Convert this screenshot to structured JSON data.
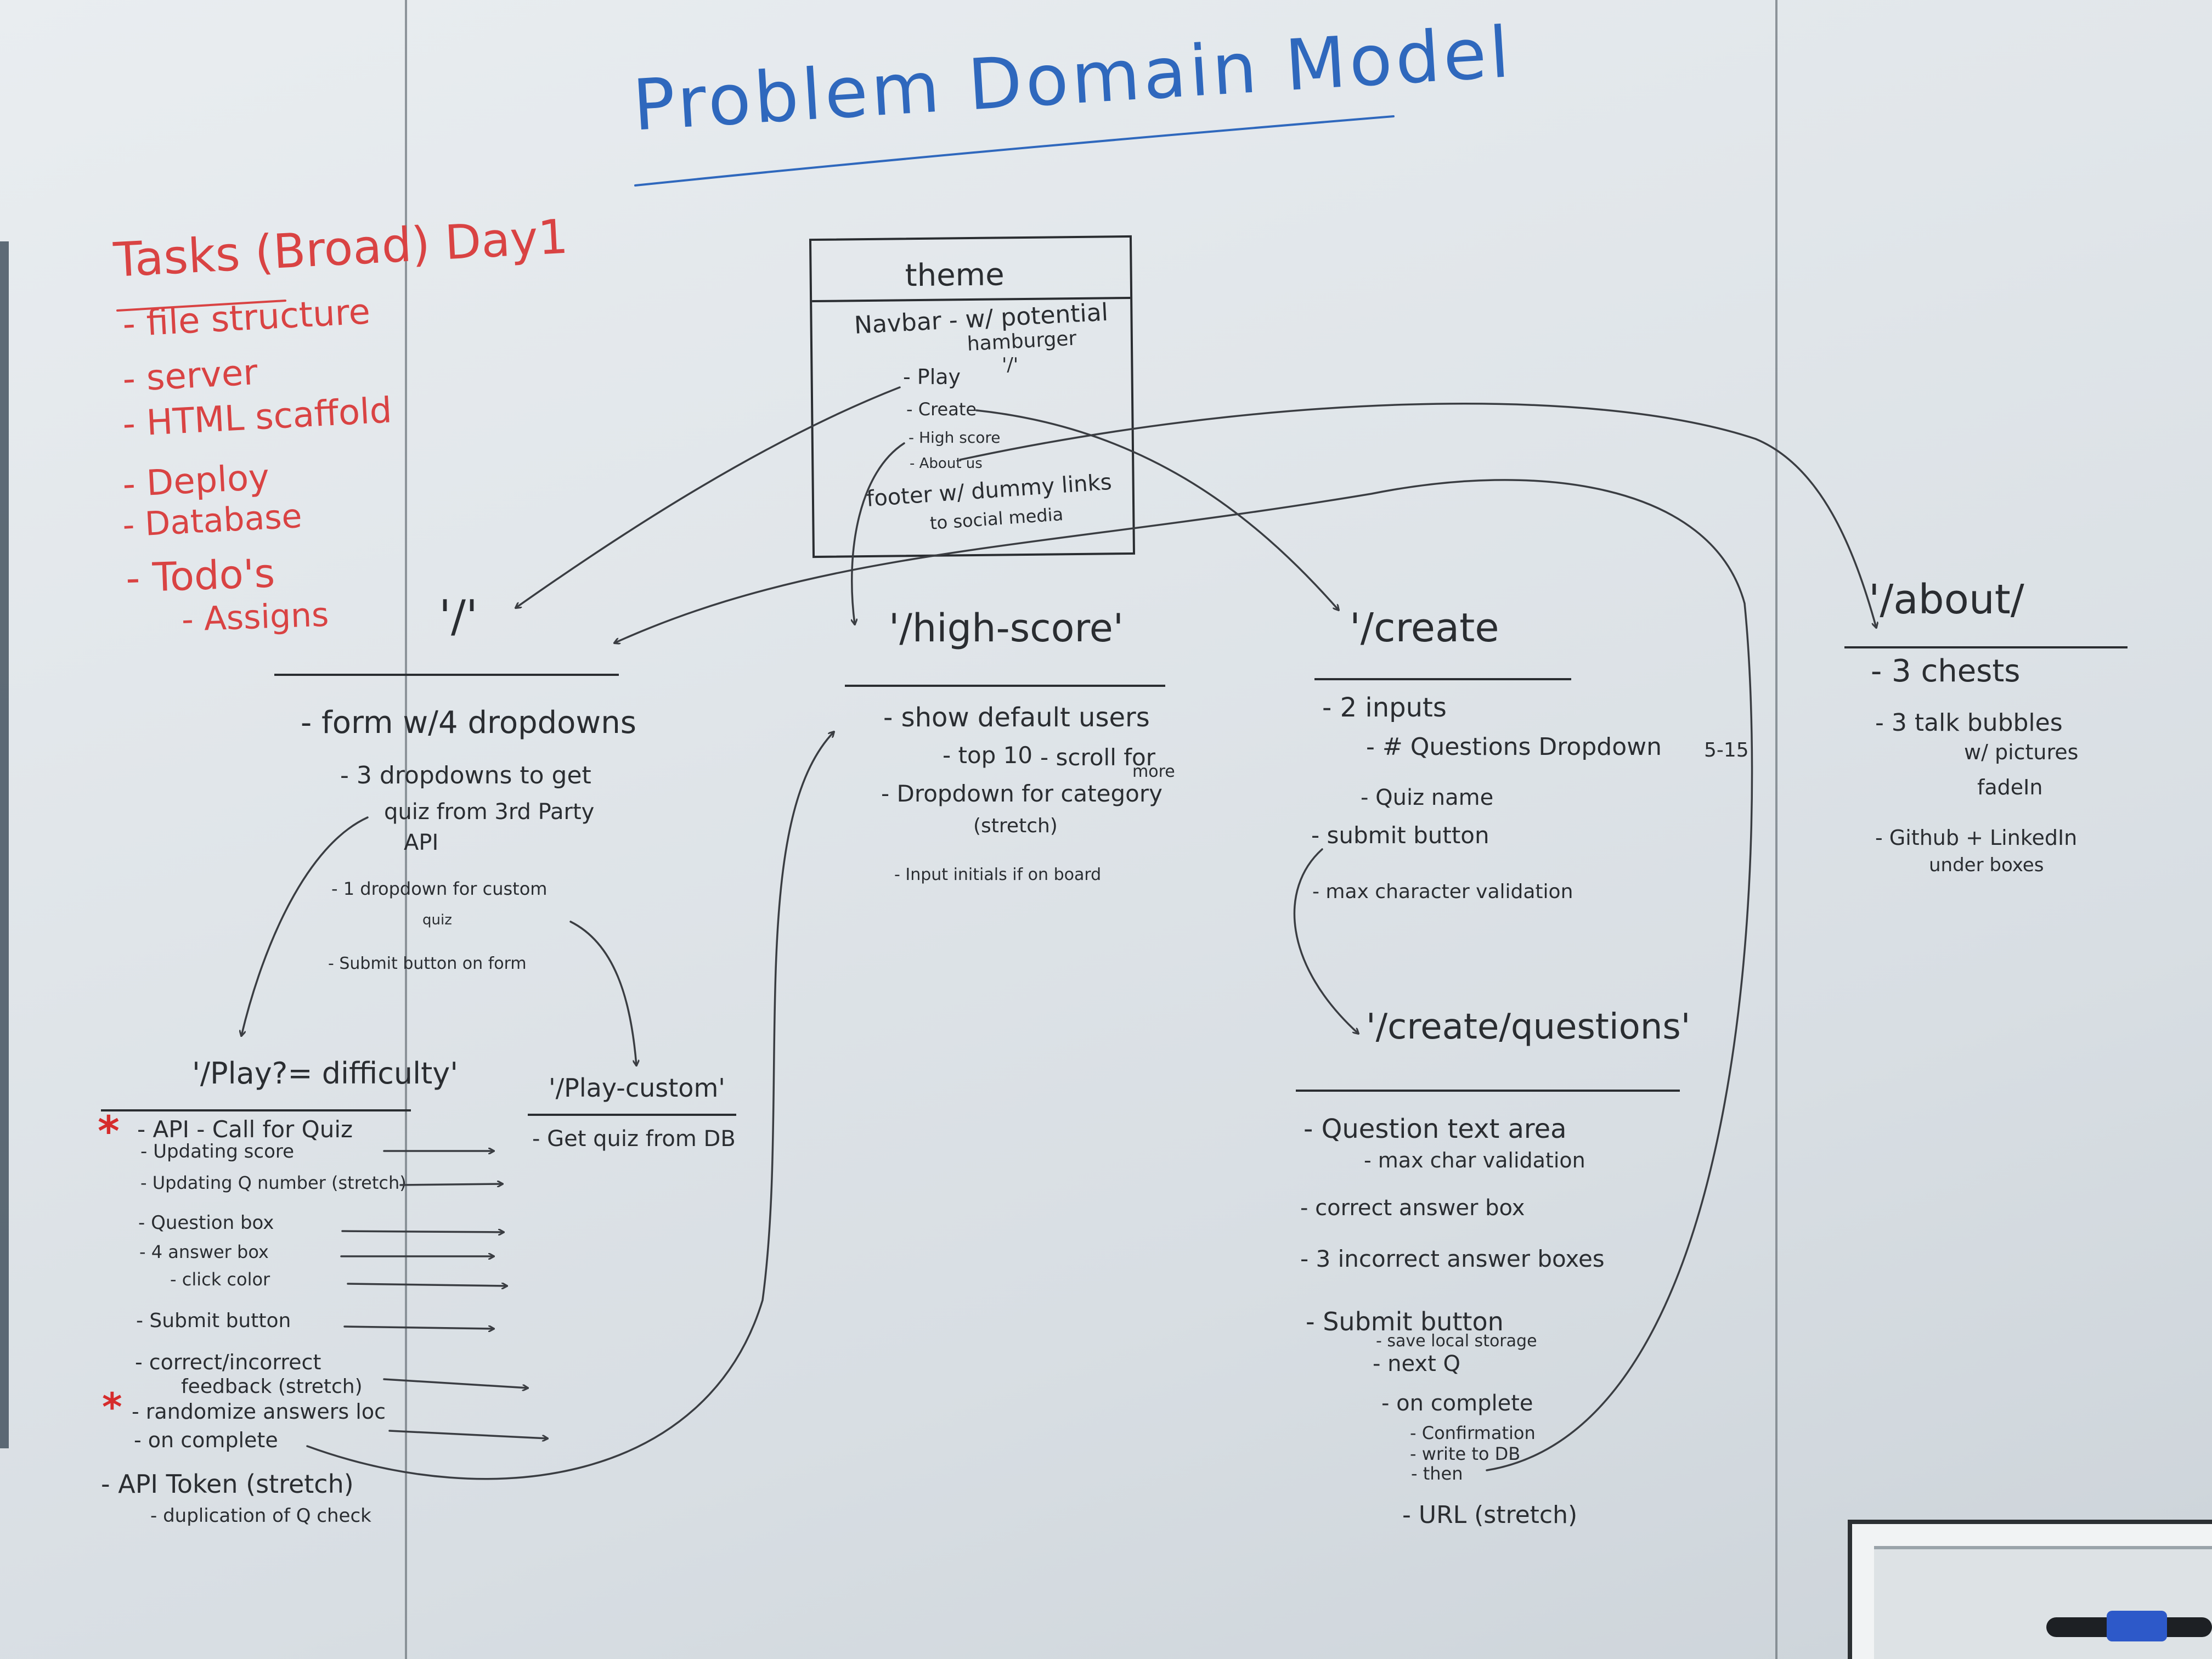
{
  "title": "Problem Domain Model",
  "tasks": {
    "heading": "Tasks (Broad) Day1",
    "items": [
      "- file structure",
      "- server",
      "- HTML scaffold",
      "- Deploy",
      "- Database",
      "- Todo's"
    ],
    "sub_item": "- Assigns"
  },
  "theme_box": {
    "title": "theme",
    "navbar_line1": "Navbar - w/ potential",
    "navbar_line2": "hamburger",
    "items": [
      "- Play",
      "'/'",
      "- Create",
      "- High score",
      "- About us"
    ],
    "footer_line1": "footer w/ dummy links",
    "footer_line2": "to social media"
  },
  "root_page": {
    "route": "'/'",
    "lines": [
      "- form w/4 dropdowns",
      "- 3 dropdowns to get",
      "quiz from 3rd Party",
      "API",
      "- 1 dropdown for custom",
      "quiz",
      "- Submit button on form"
    ]
  },
  "play_page": {
    "route": "'/Play?= difficulty'",
    "lines": [
      "- API - Call for Quiz",
      "- Updating score",
      "- Updating Q number (stretch)",
      "- Question box",
      "- 4 answer box",
      "- click color",
      "- Submit button",
      "- correct/incorrect",
      "feedback (stretch)",
      "- randomize answers loc",
      "- on complete",
      "- API Token (stretch)",
      "- duplication of Q check"
    ],
    "stars": [
      "*",
      "*"
    ]
  },
  "play_custom_page": {
    "route": "'/Play-custom'",
    "lines": [
      "- Get quiz from DB"
    ]
  },
  "high_score_page": {
    "route": "'/high-score'",
    "lines": [
      "- show default users",
      "- top 10",
      "- scroll for",
      "more",
      "- Dropdown for category",
      "(stretch)",
      "- Input initials if on board"
    ]
  },
  "create_page": {
    "route": "'/create",
    "lines": [
      "- 2 inputs",
      "- # Questions Dropdown",
      "5-15",
      "- Quiz name",
      "- submit button",
      "- max character validation"
    ]
  },
  "create_questions_page": {
    "route": "'/create/questions'",
    "lines": [
      "- Question text area",
      "- max char validation",
      "- correct answer box",
      "- 3 incorrect answer boxes",
      "- Submit button",
      "- save local storage",
      "- next Q",
      "- on complete",
      "- Confirmation",
      "- write to DB",
      "- then",
      "- URL (stretch)"
    ]
  },
  "about_page": {
    "route": "'/about/",
    "lines": [
      "- 3 chests",
      "- 3 talk bubbles",
      "w/ pictures",
      "fadeIn",
      "- Github + LinkedIn",
      "under boxes"
    ]
  },
  "colors": {
    "marker_black": "#2a2d31",
    "marker_red": "#d94343",
    "marker_blue": "#2f68bd",
    "board": "#e4e8eb"
  }
}
